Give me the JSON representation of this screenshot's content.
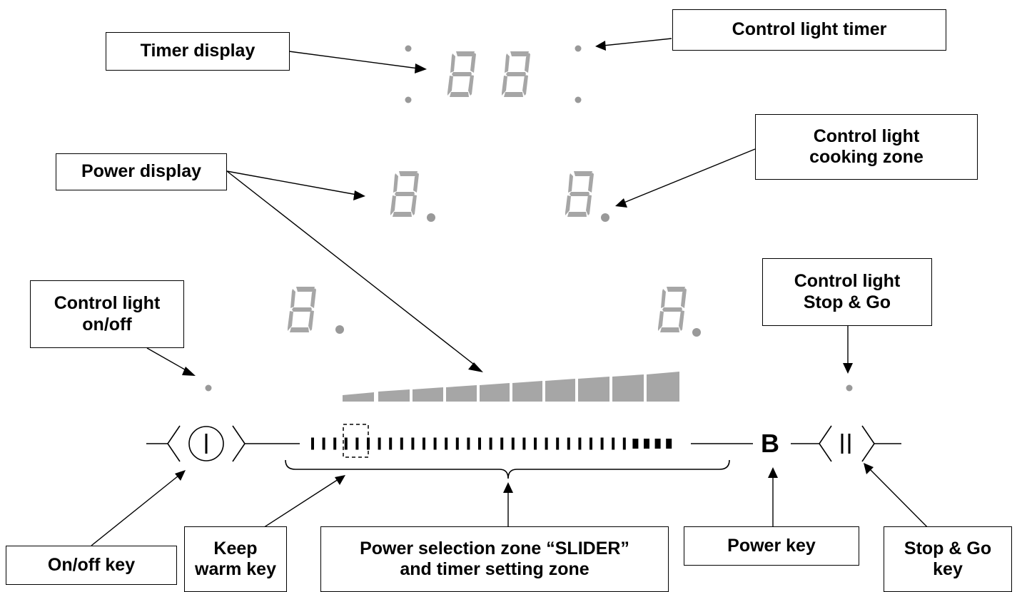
{
  "labels": {
    "timer_display": "Timer display",
    "control_light_timer": "Control light timer",
    "power_display": "Power display",
    "control_light_cooking_zone": [
      "Control light",
      "cooking zone"
    ],
    "control_light_onoff": [
      "Control light",
      "on/off"
    ],
    "control_light_stop_go": [
      "Control light",
      "Stop & Go"
    ],
    "onoff_key": "On/off key",
    "keep_warm_key": [
      "Keep",
      "warm key"
    ],
    "slider_zone": [
      "Power selection zone “SLIDER”",
      "and timer setting zone"
    ],
    "power_key": "Power key",
    "stop_go_key": [
      "Stop & Go",
      "key"
    ]
  },
  "panel": {
    "power_key_glyph": "B"
  },
  "colors": {
    "display_gray": "#a6a6a6",
    "indicator_dot": "#999999",
    "line": "#000000"
  },
  "icons": {
    "onoff": "power-icon",
    "stop_go": "pause-icon"
  }
}
